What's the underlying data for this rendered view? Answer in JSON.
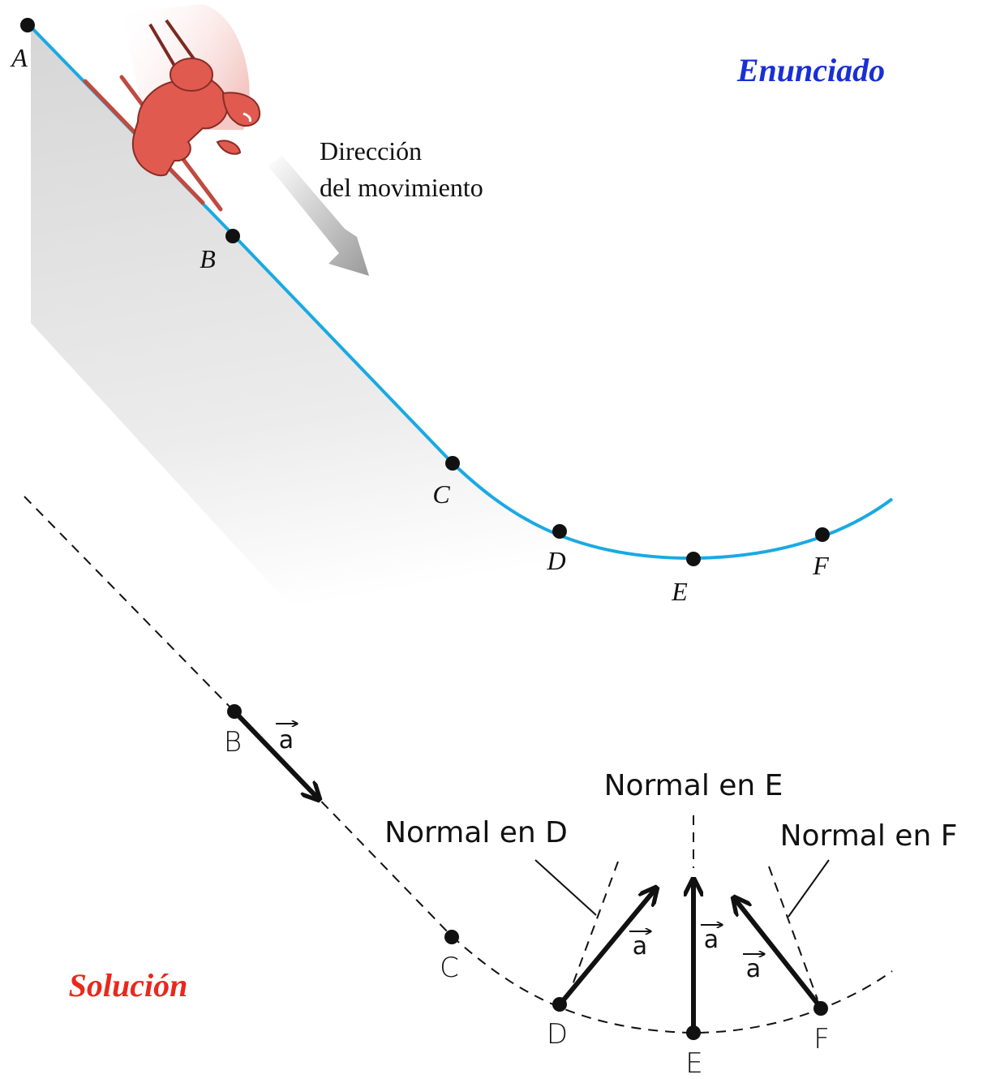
{
  "statement": {
    "title": "Enunciado",
    "title_color": "#1a2fd6",
    "direction_line1": "Dirección",
    "direction_line2": "del movimiento",
    "track_color": "#1aa9e3",
    "skier_color": "#e05a50",
    "points": [
      "A",
      "B",
      "C",
      "D",
      "E",
      "F"
    ]
  },
  "solution": {
    "title": "Solución",
    "title_color": "#e8291c",
    "points": [
      "B",
      "C",
      "D",
      "E",
      "F"
    ],
    "vector_label": "a",
    "normal_d": "Normal en D",
    "normal_e": "Normal en E",
    "normal_f": "Normal en F"
  }
}
